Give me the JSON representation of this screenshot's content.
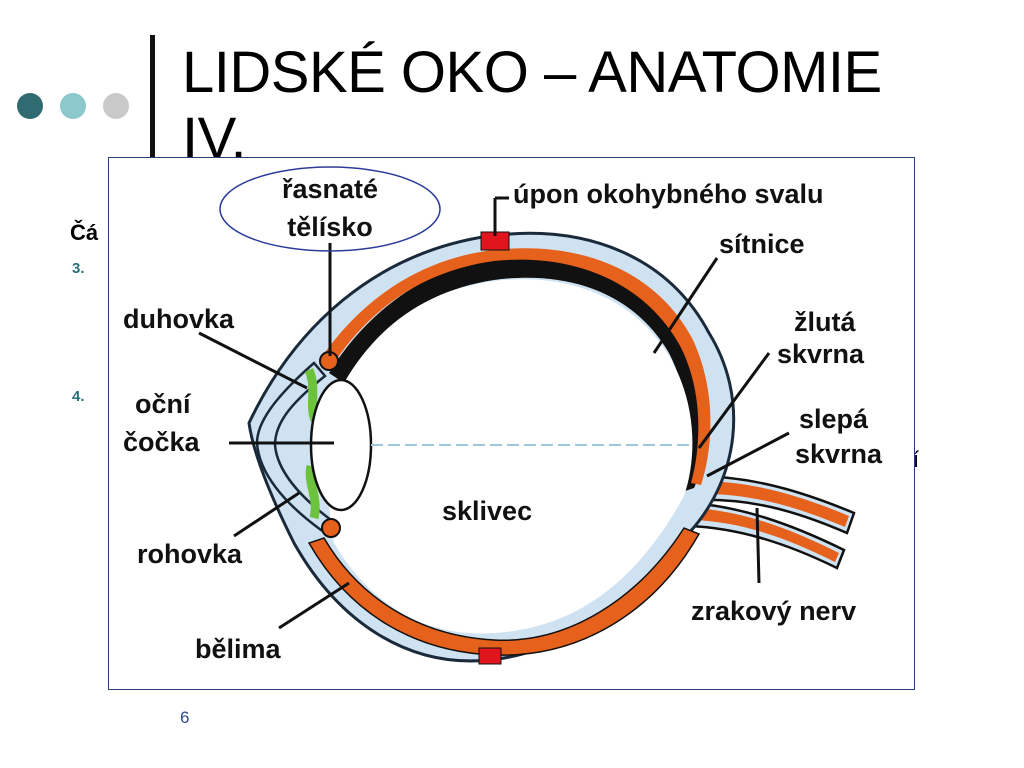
{
  "slide": {
    "title_line1": "LIDSKÉ OKO – ANATOMIE",
    "title_line2": "IV.",
    "heading_fragment": "Čá",
    "list_numbers": [
      "3.",
      "4."
    ],
    "trailing_fragment": "í",
    "page_number": "6"
  },
  "theme": {
    "dot_colors": [
      "#2f6b70",
      "#8cc8cc",
      "#c9c9c9"
    ],
    "sclera": "#cfe2f1",
    "retina": "#e6611c",
    "choroid": "#111111",
    "marker": "#e0151d",
    "iris": "#6cc23a"
  },
  "diagram": {
    "labels": {
      "ciliary_body": [
        "řasnaté",
        "tělísko"
      ],
      "muscle_insertion": "úpon okohybného svalu",
      "retina": "sítnice",
      "iris": "duhovka",
      "macula": [
        "žlutá",
        "skvrna"
      ],
      "lens": [
        "oční",
        "čočka"
      ],
      "blind_spot": [
        "slepá",
        "skvrna"
      ],
      "vitreous": "sklivec",
      "cornea": "rohovka",
      "optic_nerve": "zrakový nerv",
      "sclera": "bělima"
    }
  }
}
